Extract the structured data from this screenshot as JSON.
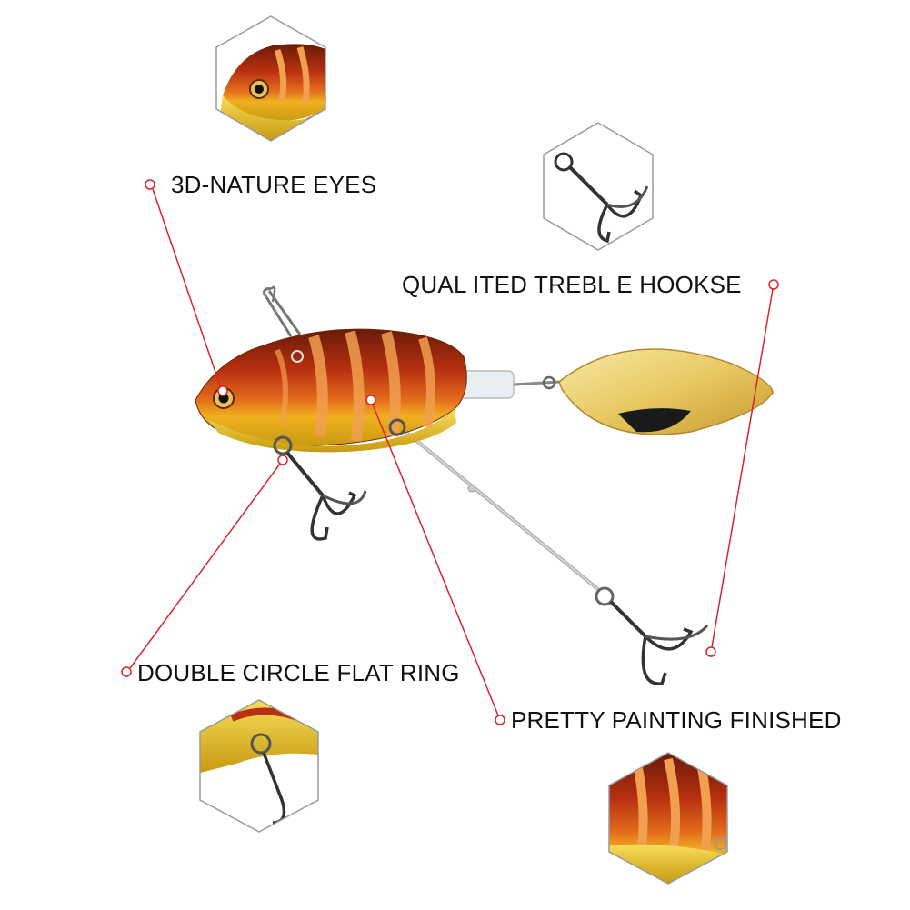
{
  "callouts": {
    "eyes": "3D-NATURE EYES",
    "hooks": "QUAL ITED TREBL E HOOKSE",
    "ring": "DOUBLE CIRCLE FLAT RING",
    "painting": "PRETTY PAINTING FINISHED"
  },
  "colors": {
    "leader_line": "#d9242b",
    "hex_frame": "#9a9a9a",
    "body_red": "#b8300f",
    "body_orange": "#e06a1c",
    "belly_gold": "#e8c21c",
    "blade_gold": "#f0d873",
    "hook_metal": "#3a3a3a"
  }
}
